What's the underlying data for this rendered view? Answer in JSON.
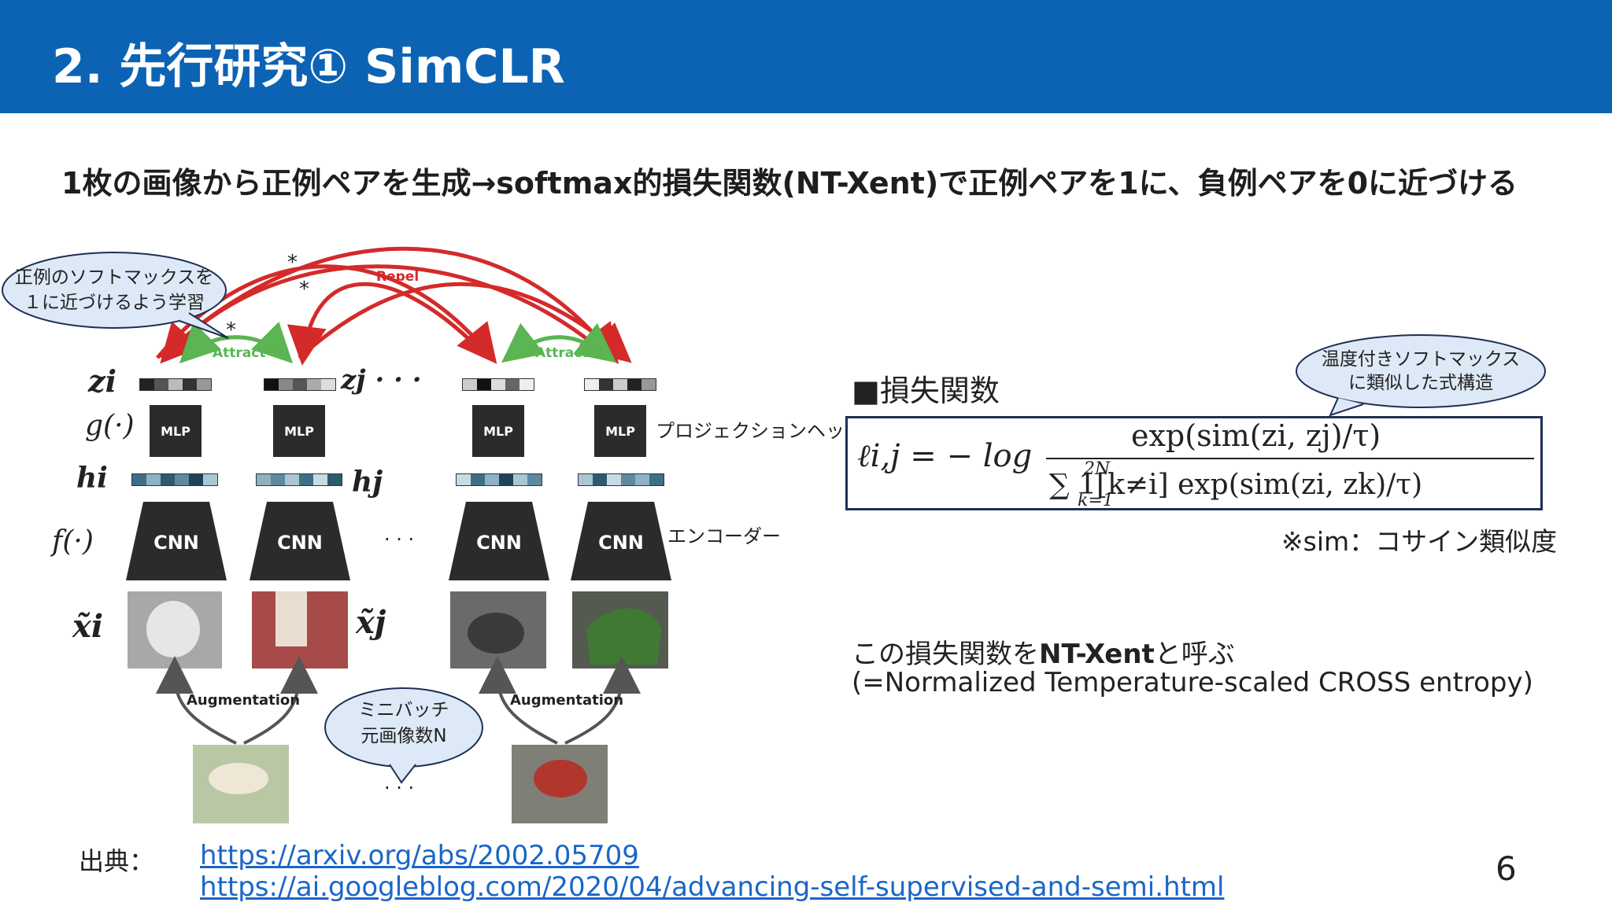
{
  "slide": {
    "title": "2. 先行研究① SimCLR",
    "subtitle": "1枚の画像から正例ペアを生成→softmax的損失関数(NT-Xent)で正例ペアを1に、負例ペアを0に近づける",
    "page_number": "6"
  },
  "diagram": {
    "bubble_left": [
      "正例のソフトマックスを",
      "１に近づけるよう学習"
    ],
    "bubble_bottom": [
      "ミニバッチ",
      "元画像数N"
    ],
    "repel_label": "Repel",
    "attract_label": "Attract",
    "augmentation_label": "Augmentation",
    "mlp_label": "MLP",
    "cnn_label": "CNN",
    "projection_head_label": "プロジェクションヘッド",
    "encoder_label": "エンコーダー",
    "asterisk": "*",
    "ellipsis": "· · ·",
    "row_labels": {
      "z_i": "zi",
      "z_j": "zj · · ·",
      "g": "g(·)",
      "h_i": "hi",
      "h_j": "hj",
      "f": "f(·)",
      "x_i": "x̃i",
      "x_j": "x̃j"
    },
    "colors": {
      "repel": "#d42a2a",
      "attract": "#5ab552",
      "block": "#2b2b2b"
    }
  },
  "loss": {
    "heading": "■損失関数",
    "bubble": [
      "温度付きソフトマックス",
      "に類似した式構造"
    ],
    "formula_lhs": "ℓi,j = − log",
    "formula_numerator": "exp(sim(zi, zj)/τ)",
    "formula_denominator": "∑ 1[k≠i] exp(sim(zi, zk)/τ)",
    "formula_sum_upper": "2N",
    "formula_sum_lower": "k=1",
    "sim_note": "※sim：コサイン類似度",
    "nt_line1_prefix": "この損失関数を",
    "nt_line1_bold": "NT-Xent",
    "nt_line1_suffix": "と呼ぶ",
    "nt_line2": "(=Normalized Temperature-scaled CROSS entropy)"
  },
  "source": {
    "label": "出典：",
    "link1": "https://arxiv.org/abs/2002.05709",
    "link2": "https://ai.googleblog.com/2020/04/advancing-self-supervised-and-semi.html"
  }
}
